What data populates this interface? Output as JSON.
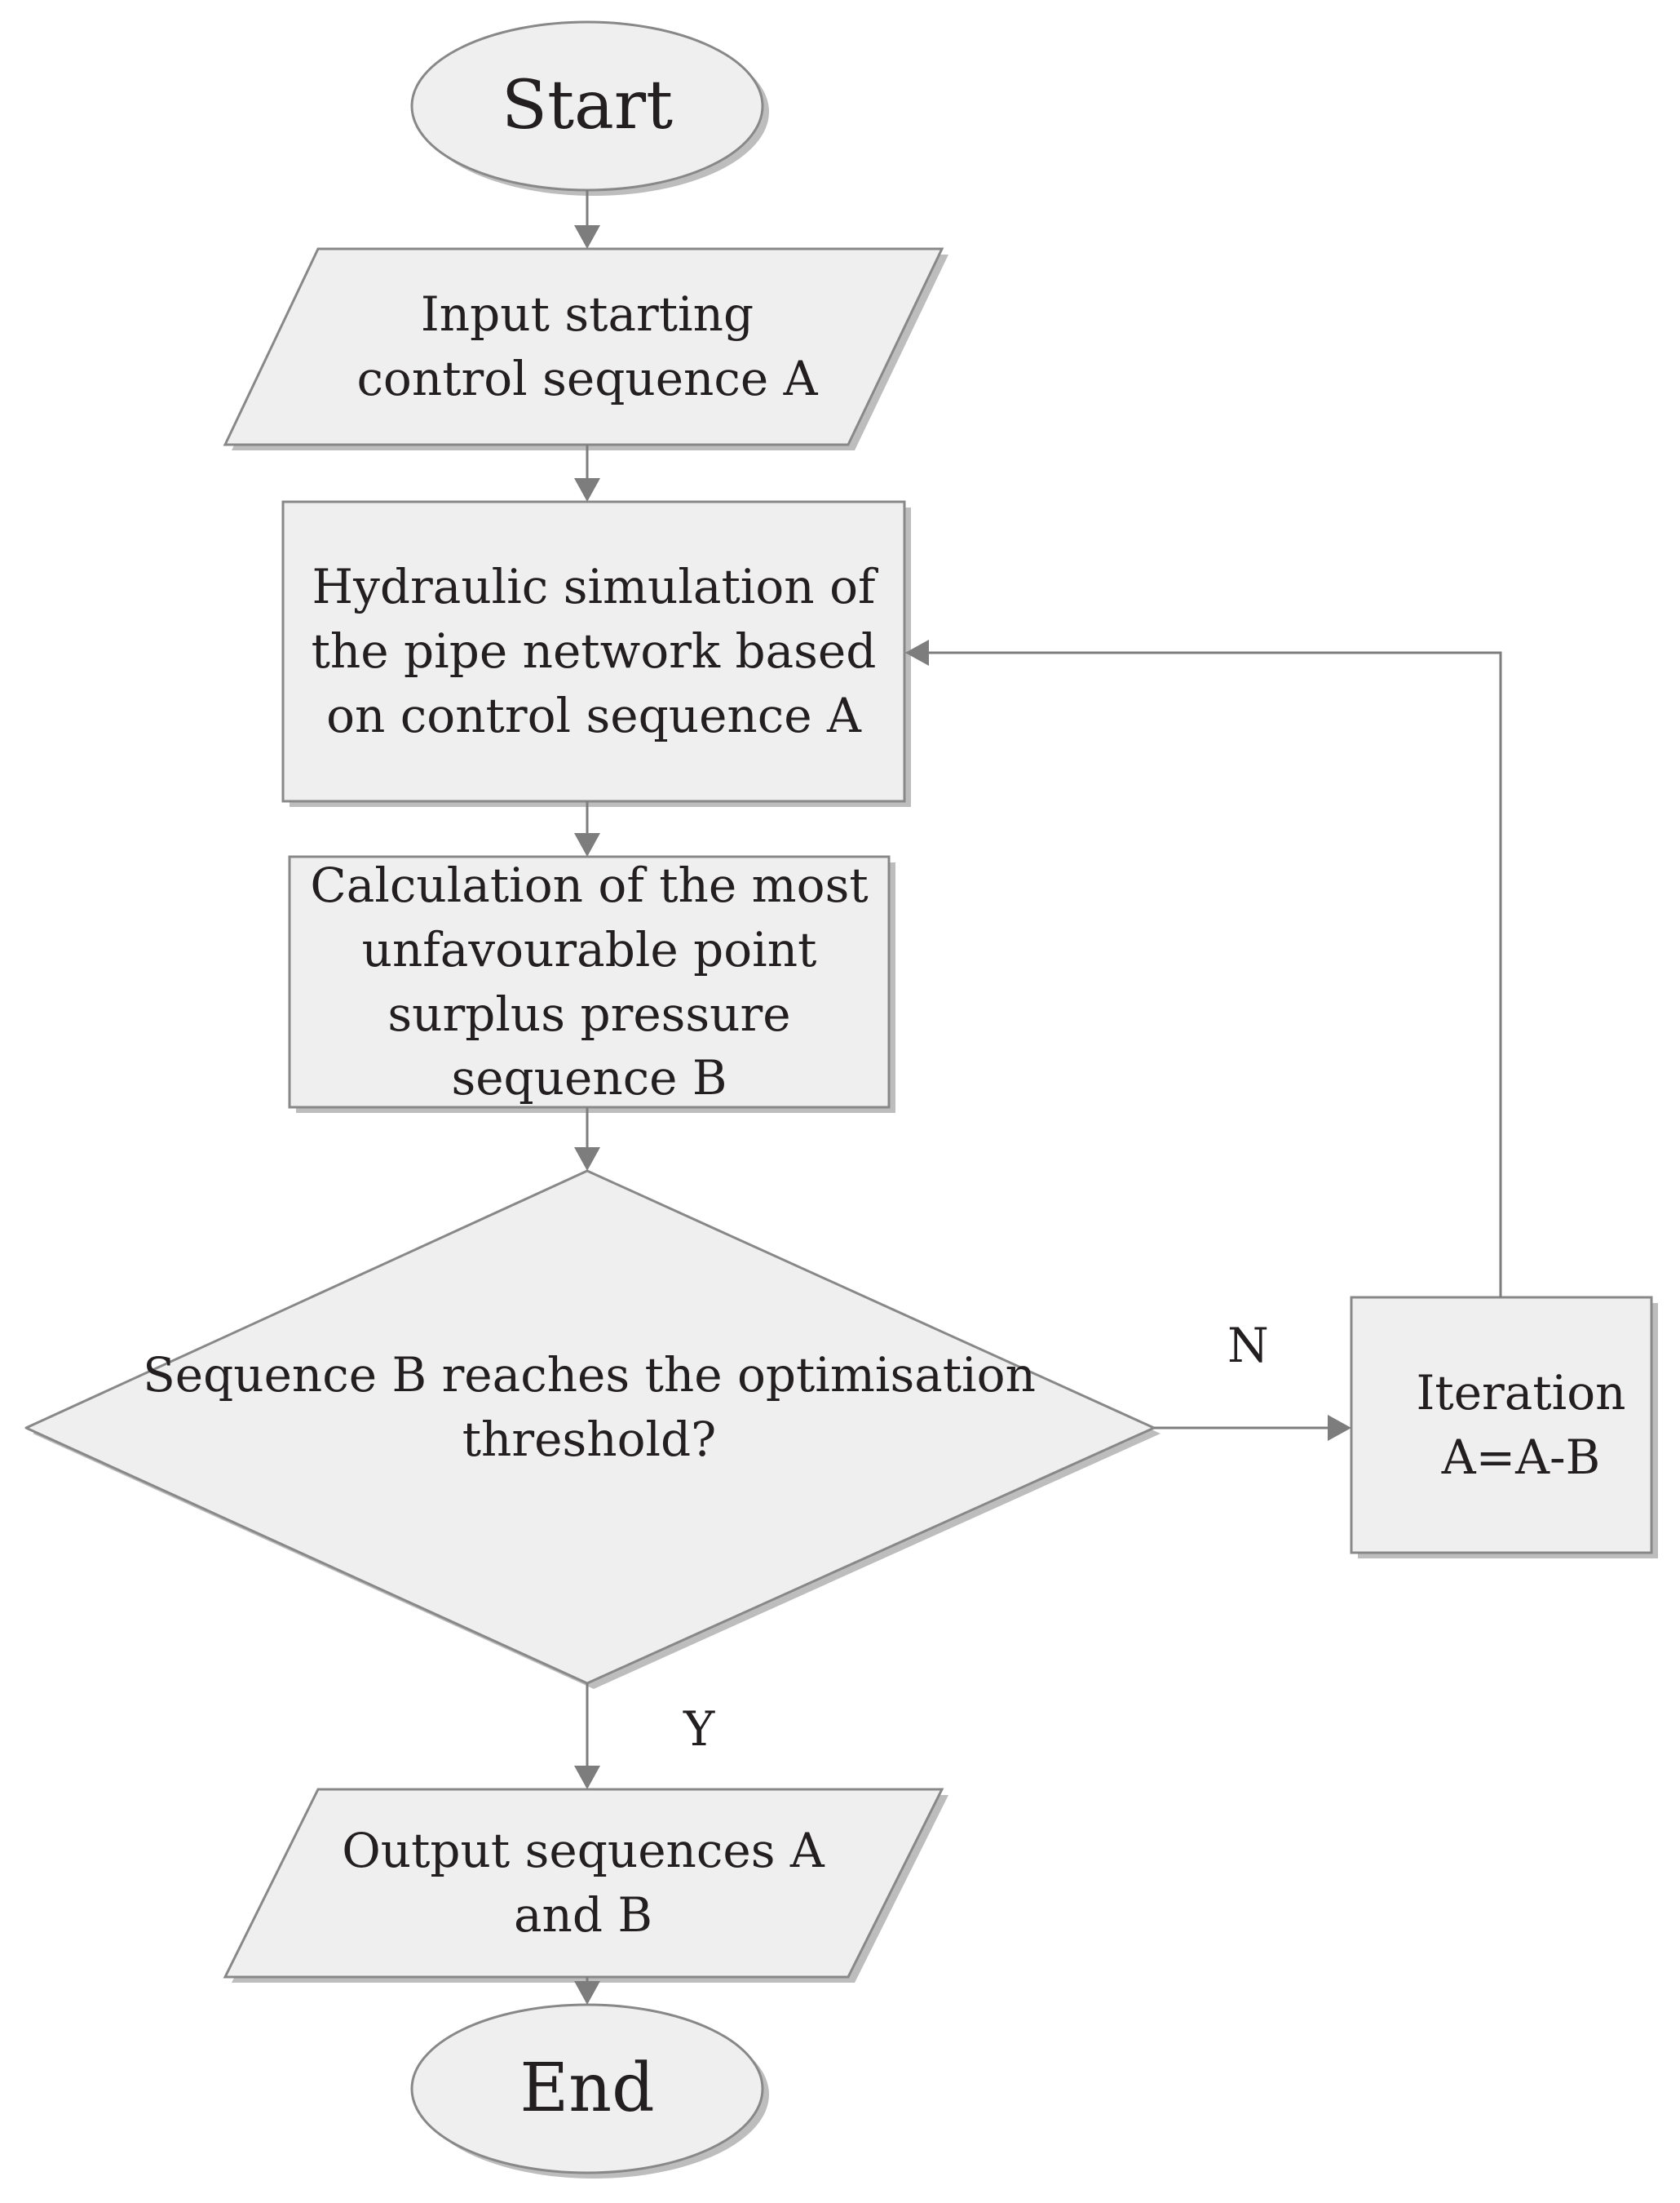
{
  "flowchart": {
    "start_label": "Start",
    "input_label": "Input starting\ncontrol sequence A",
    "simulation_label": "Hydraulic simulation of\nthe pipe network based\non control sequence A",
    "calculation_label": "Calculation of the most\nunfavourable point\nsurplus pressure\nsequence B",
    "decision_label": "Sequence B reaches the optimisation\nthreshold?",
    "iteration_label": "Iteration\nA=A-B",
    "output_label": "Output sequences A\nand B",
    "end_label": "End",
    "no_label": "N",
    "yes_label": "Y"
  },
  "colors": {
    "node_fill": "#efefef",
    "node_stroke": "#888888",
    "shadow": "#bdbdbd",
    "arrow": "#7d7d7d"
  }
}
